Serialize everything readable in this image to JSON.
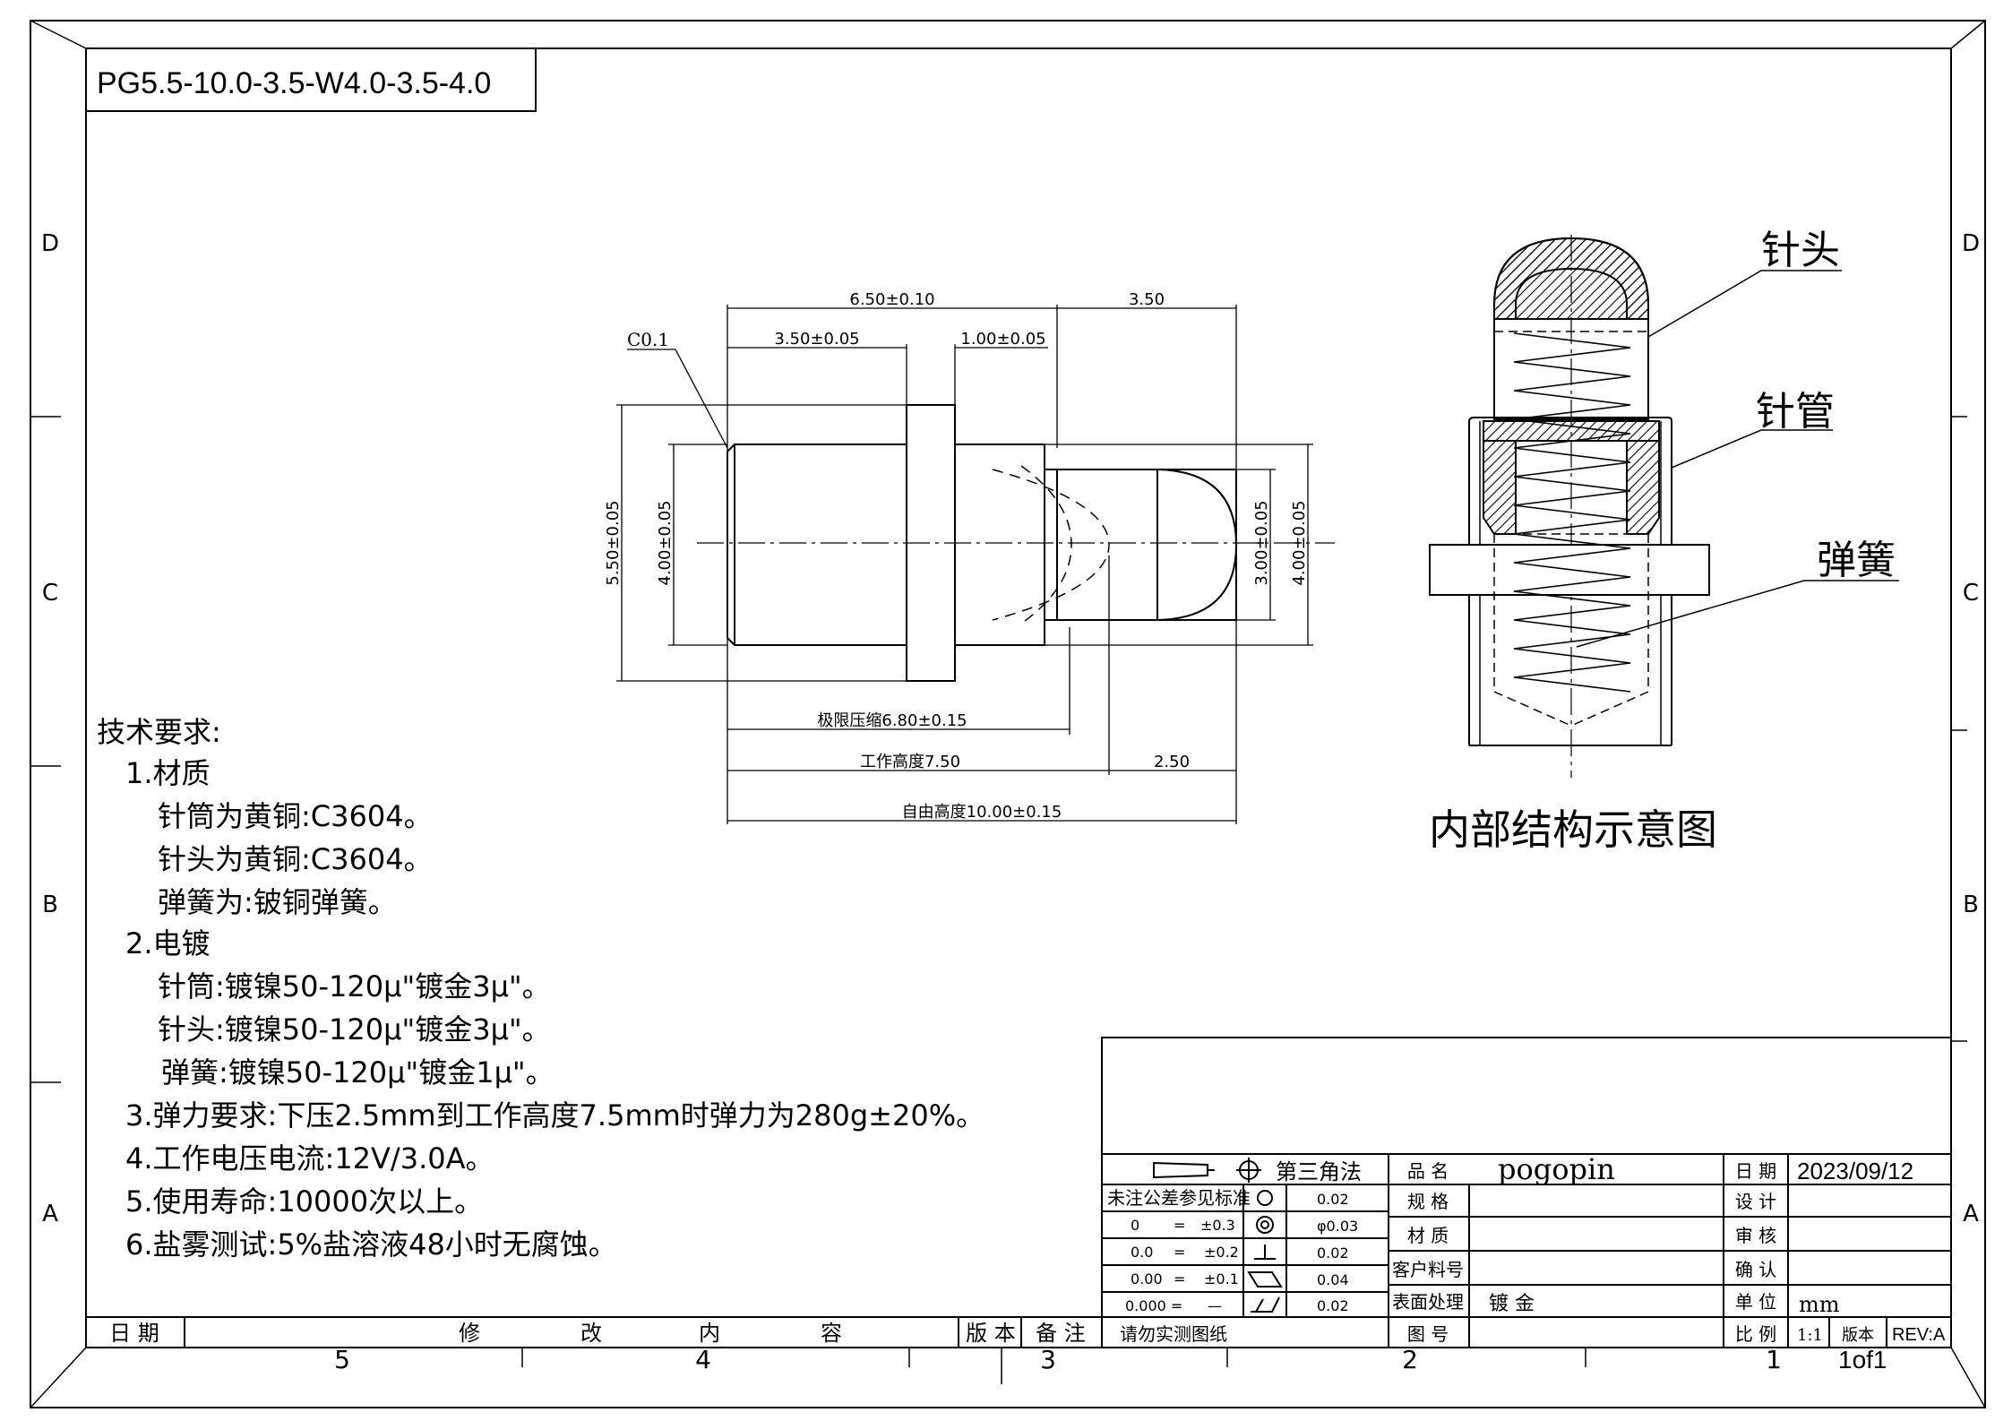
{
  "drawing": {
    "part_number": "PG5.5-10.0-3.5-W4.0-3.5-4.0",
    "zone_letters": [
      "D",
      "C",
      "B",
      "A"
    ],
    "zone_numbers": [
      "5",
      "4",
      "3",
      "2",
      "1"
    ]
  },
  "dimensions": {
    "total_head": "6.50±0.10",
    "head_ext": "3.50",
    "barrel": "3.50±0.05",
    "flange": "1.00±0.05",
    "chamfer": "C0.1",
    "dia_outer": "5.50±0.05",
    "dia_barrel": "4.00±0.05",
    "dia_tip": "3.00±0.05",
    "dia_tip_outer": "4.00±0.05",
    "limit_compress": "极限压缩6.80±0.15",
    "work_height": "工作高度7.50",
    "stroke": "2.50",
    "free_height": "自由高度10.00±0.15"
  },
  "section_view": {
    "title": "内部结构示意图",
    "label_head": "针头",
    "label_tube": "针管",
    "label_spring": "弹簧"
  },
  "requirements": {
    "heading": "技术要求:",
    "lines": [
      "1.材质",
      "针筒为黄铜:C3604。",
      "针头为黄铜:C3604。",
      "弹簧为:铍铜弹簧。",
      "2.电镀",
      "针筒:镀镍50-120μ\"镀金3μ\"。",
      "针头:镀镍50-120μ\"镀金3μ\"。",
      "弹簧:镀镍50-120μ\"镀金1μ\"。",
      "3.弹力要求:下压2.5mm到工作高度7.5mm时弹力为280g±20%。",
      "4.工作电压电流:12V/3.0A。",
      "5.使用寿命:10000次以上。",
      "6.盐雾测试:5%盐溶液48小时无腐蚀。"
    ]
  },
  "revision_block": {
    "date": "日 期",
    "modify": "修",
    "change": "改",
    "inner": "内",
    "content": "容",
    "version": "版 本",
    "remark": "备 注"
  },
  "title_block": {
    "projection": "第三角法",
    "tolerance_note": "未注公差参见标准",
    "tol_rows": [
      {
        "fmt": "0",
        "eq": "=",
        "tol": "±0.3"
      },
      {
        "fmt": "0.0",
        "eq": "=",
        "tol": "±0.2"
      },
      {
        "fmt": "0.00",
        "eq": "=",
        "tol": "±0.1"
      },
      {
        "fmt": "0.000 =",
        "eq": "",
        "tol": "—"
      }
    ],
    "gdt_values": [
      "0.02",
      "φ0.03",
      "0.02",
      "0.04",
      "0.02"
    ],
    "no_scale": "请勿实测图纸",
    "fields": {
      "product_name_label": "品 名",
      "product_name": "pogopin",
      "spec_label": "规 格",
      "material_label": "材 质",
      "customer_pn_label": "客户料号",
      "surface_label": "表面处理",
      "surface": "镀 金",
      "drawing_no_label": "图 号",
      "date_label": "日 期",
      "date": "2023/09/12",
      "design_label": "设 计",
      "review_label": "审 核",
      "confirm_label": "确 认",
      "unit_label": "单 位",
      "unit": "mm",
      "scale_label": "比 例",
      "scale": "1:1",
      "version_label": "版本",
      "rev": "REV:A",
      "sheet": "1of1"
    }
  }
}
